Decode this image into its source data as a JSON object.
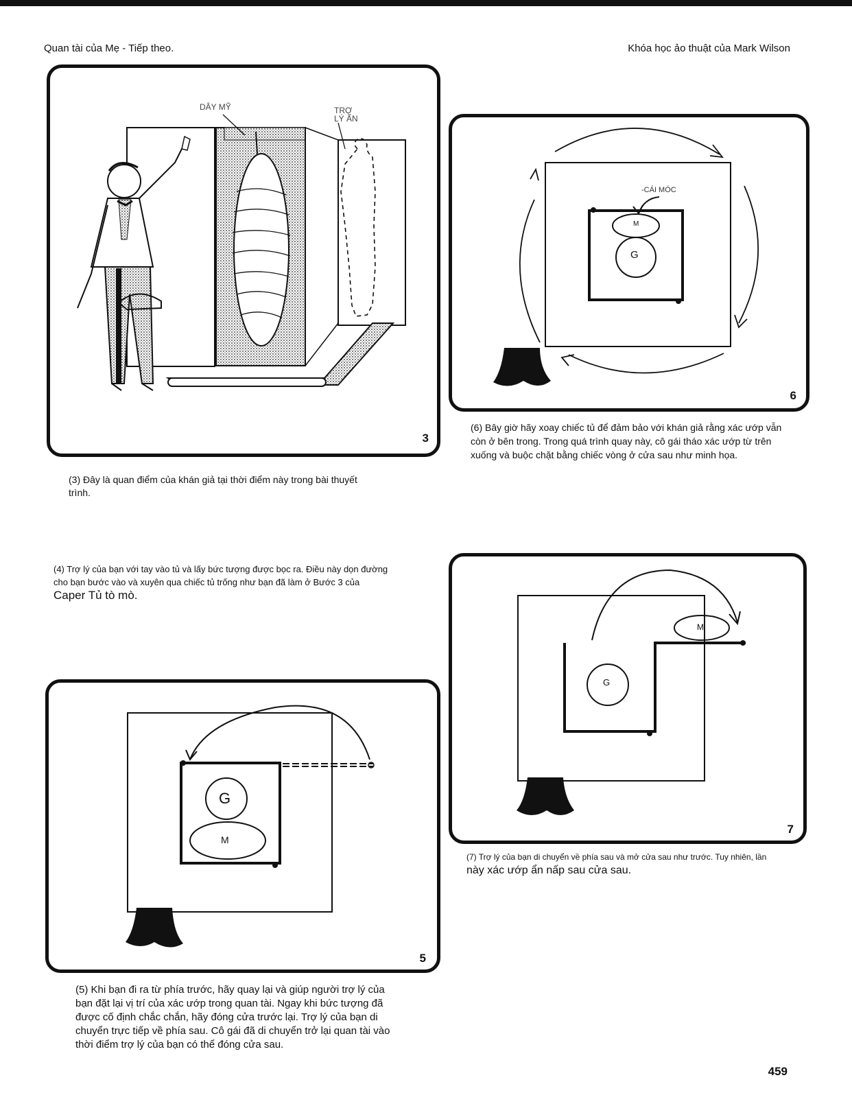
{
  "header": {
    "left": "Quan tài của Mẹ - Tiếp theo.",
    "right": "Khóa học ảo thuật của Mark Wilson"
  },
  "panels": {
    "p3": {
      "number": "3",
      "label_wire": "DÂY MỸ",
      "label_assistant_line1": "TRỢ",
      "label_assistant_line2": "LÝ ẨN",
      "caption": "(3) Đây là quan điểm của khán giả tại thời điểm này trong bài thuyết trình."
    },
    "p4": {
      "caption_line1": "(4) Trợ lý của bạn với tay vào tủ và lấy bức tượng được bọc ra. Điều này dọn đường",
      "caption_line2": "cho bạn bước vào và xuyên qua chiếc tủ trống như bạn đã làm ở Bước 3 của",
      "caption_line3": "Caper Tủ tò mò."
    },
    "p5": {
      "number": "5",
      "g": "G",
      "m": "M",
      "caption": "(5) Khi bạn đi ra từ phía trước, hãy quay lại và giúp người trợ lý của bạn đặt lại vị trí của xác ướp trong quan tài. Ngay khi bức tượng đã được cố định chắc chắn, hãy đóng cửa trước lại. Trợ lý của bạn di chuyển trực tiếp về phía sau. Cô gái đã di chuyển trở lại quan tài vào thời điểm trợ lý của bạn có thể đóng cửa sau."
    },
    "p6": {
      "number": "6",
      "hook_label": "-CÁI MÓC",
      "g": "G",
      "m": "M",
      "caption": "(6) Bây giờ hãy xoay chiếc tủ để đảm bảo với khán giả rằng xác ướp vẫn còn ở bên trong. Trong quá trình quay này, cô gái tháo xác ướp từ trên xuống và buộc chặt bằng chiếc vòng ở cửa sau như minh họa."
    },
    "p7": {
      "number": "7",
      "g": "G",
      "m": "M",
      "caption_line1": "(7) Trợ lý của bạn di chuyển về phía sau và mở cửa sau như trước. Tuy nhiên, lần",
      "caption_line2": "này xác ướp ẩn nấp sau cửa sau."
    }
  },
  "page_number": "459"
}
